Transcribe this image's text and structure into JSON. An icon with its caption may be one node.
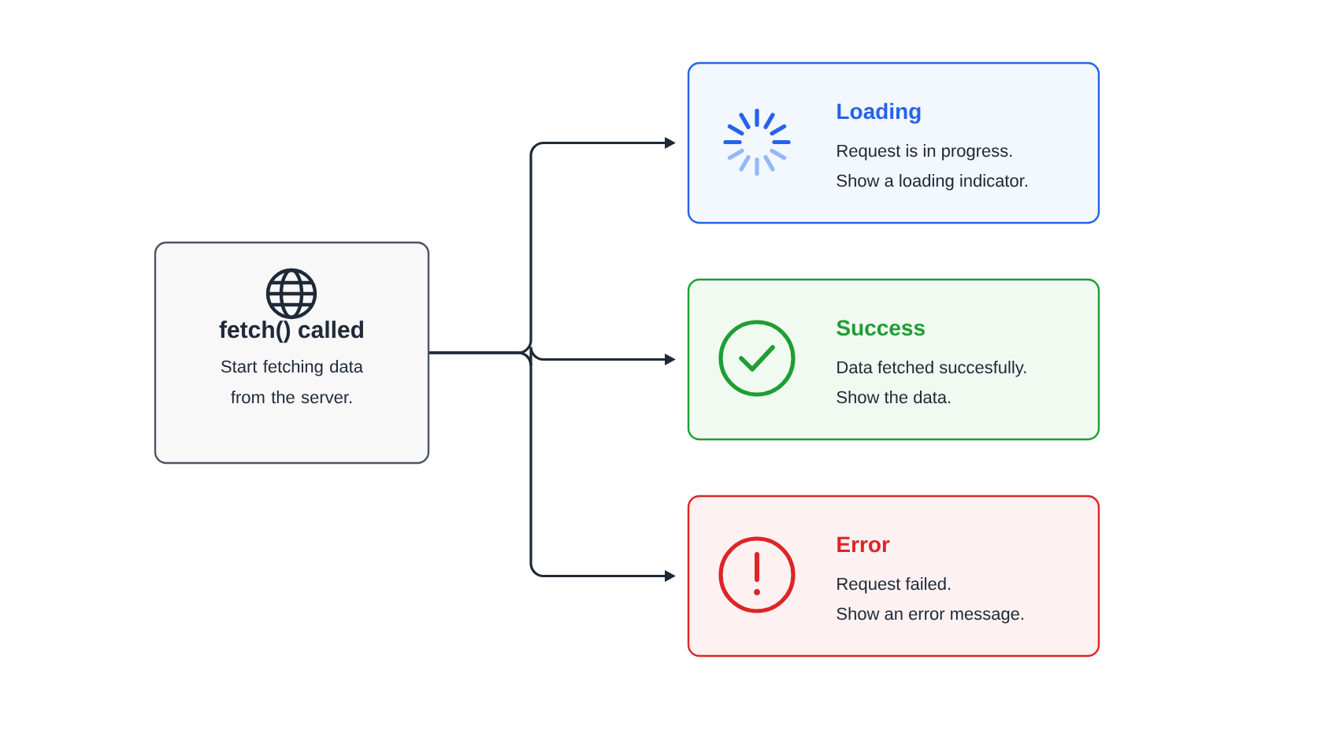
{
  "diagram": {
    "nodes": [
      {
        "text": [
          "fetch() called",
          "Start fetching data from the server."
        ]
      },
      {
        "text": [
          "Loading",
          "Request is in progress.",
          "Show a loading indicator."
        ]
      },
      {
        "text": [
          "Success",
          "Data fetched succesfully.",
          "Show the data."
        ]
      },
      {
        "text": [
          "Error",
          "Request failed.",
          "Show an error message."
        ]
      }
    ],
    "edges": [
      {
        "from": 0,
        "to": 1,
        "arrow": "to"
      },
      {
        "from": 0,
        "to": 2,
        "arrow": "to"
      },
      {
        "from": 0,
        "to": 3,
        "arrow": "to"
      }
    ]
  }
}
